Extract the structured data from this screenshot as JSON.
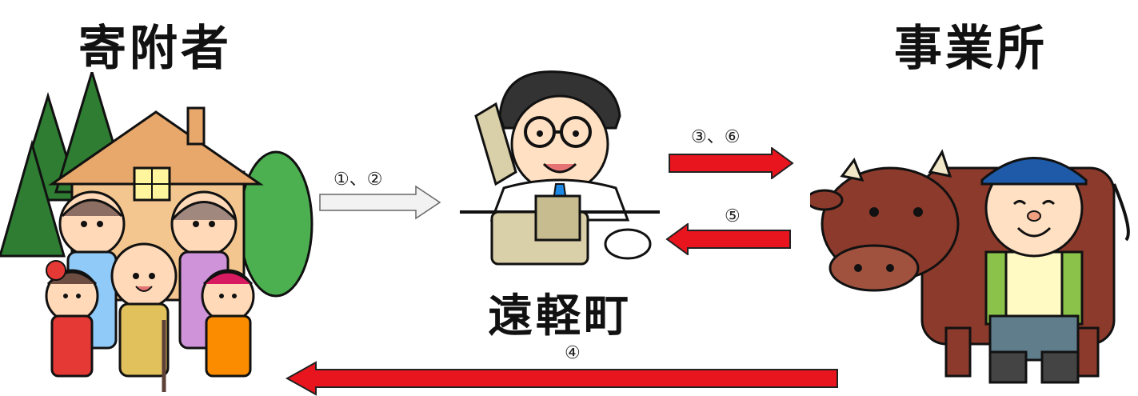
{
  "titles": {
    "donor": "寄附者",
    "town": "遠軽町",
    "business": "事業所"
  },
  "arrows": {
    "donor_to_town": "①、②",
    "town_to_business": "③、⑥",
    "business_to_town": "⑤",
    "business_to_donor": "④"
  },
  "colors": {
    "red_arrow": "#e8141e",
    "outline": "#222222",
    "white_arrow": "#f2f2f2"
  }
}
